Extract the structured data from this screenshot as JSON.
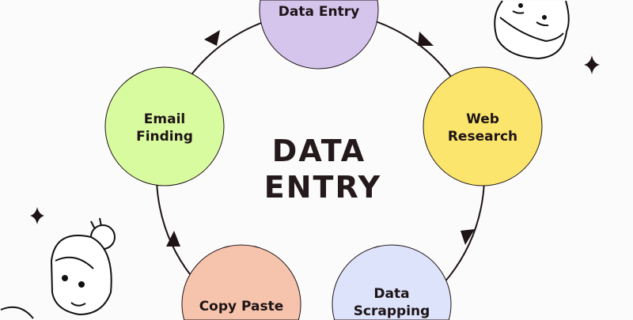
{
  "title": {
    "line1": "DATA",
    "line2": "ENTRY"
  },
  "nodes": [
    {
      "id": "data-entry",
      "lines": [
        "Data Entry"
      ],
      "color": "#d5c5ec"
    },
    {
      "id": "web-research",
      "lines": [
        "Web",
        "Research"
      ],
      "color": "#fbe56c"
    },
    {
      "id": "data-scrapping",
      "lines": [
        "Data",
        "Scrapping"
      ],
      "color": "#dde3fb"
    },
    {
      "id": "copy-paste",
      "lines": [
        "Copy Paste"
      ],
      "color": "#f6c4ac"
    },
    {
      "id": "email-finding",
      "lines": [
        "Email",
        "Finding"
      ],
      "color": "#d9fba0"
    }
  ]
}
